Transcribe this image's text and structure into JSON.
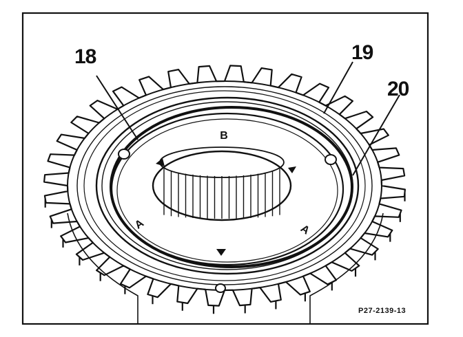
{
  "figure": {
    "callouts": [
      {
        "id": "18",
        "label": "18"
      },
      {
        "id": "19",
        "label": "19"
      },
      {
        "id": "20",
        "label": "20"
      }
    ],
    "figure_code": "P27-2139-13",
    "hub_marks": [
      "B",
      "A",
      "A"
    ]
  }
}
